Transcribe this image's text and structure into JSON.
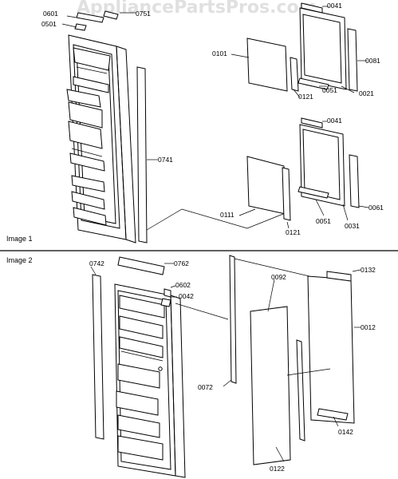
{
  "watermark": "AppliancePartsPros.com",
  "sections": [
    {
      "label": "Image 1"
    },
    {
      "label": "Image 2"
    }
  ],
  "parts": {
    "p0601": "0601",
    "p0751": "0751",
    "p0501": "0501",
    "p0041a": "0041",
    "p0101": "0101",
    "p0081": "0081",
    "p0121a": "0121",
    "p0051a": "0051",
    "p0021": "0021",
    "p0741": "0741",
    "p0041b": "0041",
    "p0111": "0111",
    "p0051b": "0051",
    "p0061": "0061",
    "p0121b": "0121",
    "p0031": "0031",
    "p0742": "0742",
    "p0762": "0762",
    "p0602": "0602",
    "p0042": "0042",
    "p0092": "0092",
    "p0132": "0132",
    "p0012": "0012",
    "p0072": "0072",
    "p0142": "0142",
    "p0122": "0122"
  }
}
